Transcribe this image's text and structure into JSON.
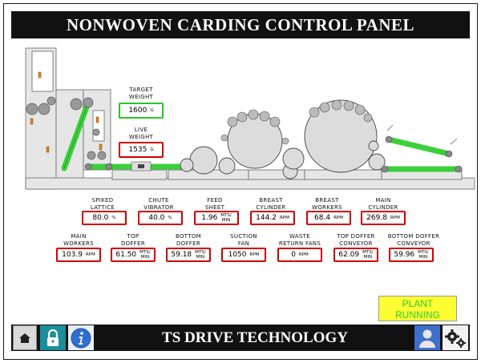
{
  "header": {
    "title": "NONWOVEN CARDING CONTROL PANEL"
  },
  "target": {
    "label_line1": "TARGET",
    "label_line2": "WEIGHT",
    "value": "1600",
    "unit": "G"
  },
  "live": {
    "label_line1": "LIVE",
    "label_line2": "WEIGHT",
    "value": "1535",
    "unit": "G"
  },
  "row1": [
    {
      "label_line1": "SPIKED",
      "label_line2": "LATTICE",
      "value": "80.0",
      "unit_line1": "%",
      "unit_line2": ""
    },
    {
      "label_line1": "CHUTE",
      "label_line2": "VIBRATOR",
      "value": "40.0",
      "unit_line1": "%",
      "unit_line2": ""
    },
    {
      "label_line1": "FEED",
      "label_line2": "SHEET",
      "value": "1.96",
      "unit_line1": "MTS/",
      "unit_line2": "MIN"
    },
    {
      "label_line1": "BREAST",
      "label_line2": "CYLINDER",
      "value": "144.2",
      "unit_line1": "RPM",
      "unit_line2": ""
    },
    {
      "label_line1": "BREAST",
      "label_line2": "WORKERS",
      "value": "68.4",
      "unit_line1": "RPM",
      "unit_line2": ""
    },
    {
      "label_line1": "MAIN",
      "label_line2": "CYLINDER",
      "value": "269.8",
      "unit_line1": "RPM",
      "unit_line2": ""
    }
  ],
  "row2": [
    {
      "label_line1": "MAIN",
      "label_line2": "WORKERS",
      "value": "103.9",
      "unit_line1": "RPM",
      "unit_line2": ""
    },
    {
      "label_line1": "TOP",
      "label_line2": "DOFFER",
      "value": "61.50",
      "unit_line1": "MTS/",
      "unit_line2": "MIN"
    },
    {
      "label_line1": "BOTTOM",
      "label_line2": "DOFFER",
      "value": "59.18",
      "unit_line1": "MTS/",
      "unit_line2": "MIN"
    },
    {
      "label_line1": "SUCTION",
      "label_line2": "FAN",
      "value": "1050",
      "unit_line1": "RPM",
      "unit_line2": ""
    },
    {
      "label_line1": "WASTE",
      "label_line2": "RETURN FANS",
      "value": "0",
      "unit_line1": "RPM",
      "unit_line2": ""
    },
    {
      "label_line1": "TOP DOFFER",
      "label_line2": "CONVEYOR",
      "value": "62.09",
      "unit_line1": "MTS/",
      "unit_line2": "MIN"
    },
    {
      "label_line1": "BOTTOM DOFFER",
      "label_line2": "CONVEYOR",
      "value": "59.96",
      "unit_line1": "MTS/",
      "unit_line2": "MIN"
    }
  ],
  "status": {
    "line1": "PLANT",
    "line2": "RUNNING"
  },
  "footer": {
    "title": "TS DRIVE TECHNOLOGY"
  },
  "icons": {
    "home": "home-icon",
    "lock": "lock-icon",
    "info": "info-icon",
    "user": "user-icon",
    "settings": "gears-icon"
  },
  "colors": {
    "alarm_border": "#d00000",
    "ok_border": "#26c726",
    "belt": "#3ccf3c",
    "status_bg": "#ffff33",
    "status_text": "#2ecc2e"
  }
}
